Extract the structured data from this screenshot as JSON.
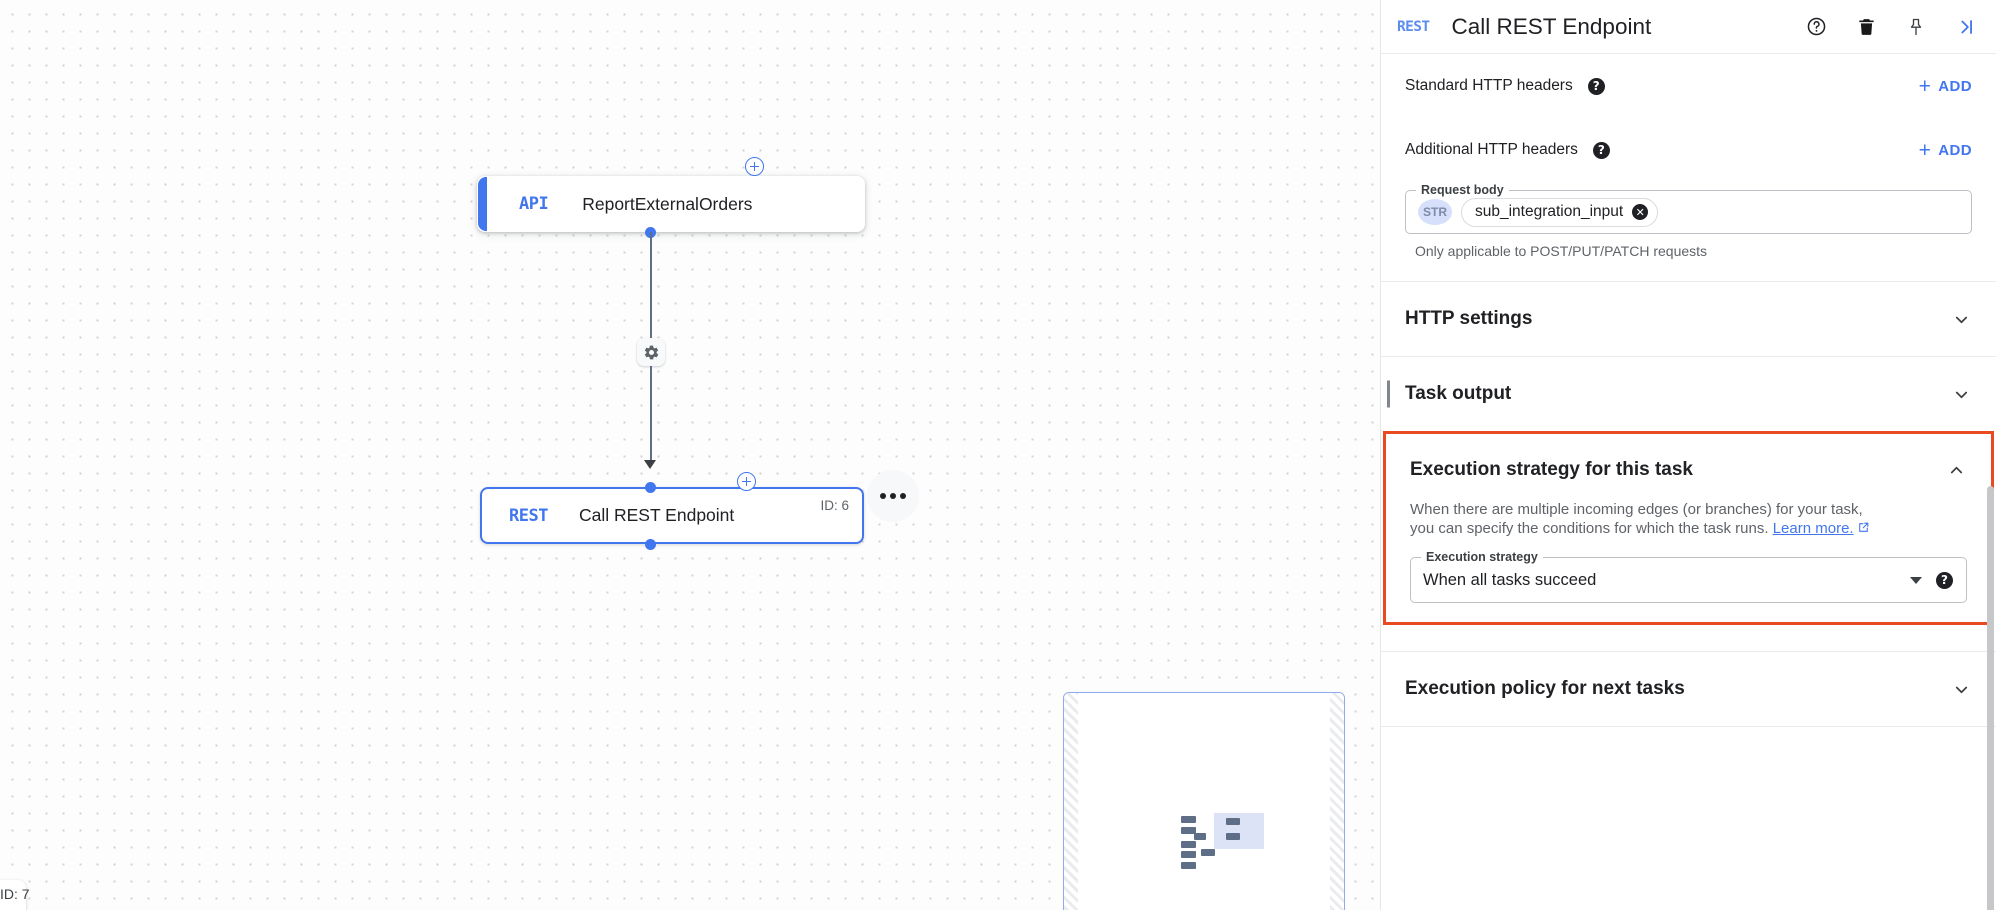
{
  "canvas": {
    "nodes": [
      {
        "type_badge": "API",
        "label": "ReportExternalOrders",
        "id_label": ""
      },
      {
        "type_badge": "REST",
        "label": "Call REST Endpoint",
        "id_label": "ID: 6"
      }
    ],
    "corner_id_label": "ID: 7",
    "icons": {
      "edge_settings": "gear-icon",
      "node_menu": "more-options-icon",
      "add_node": "plus-circle-icon"
    }
  },
  "panel": {
    "header": {
      "type_tag": "REST",
      "title": "Call REST Endpoint",
      "icons": [
        {
          "name": "help-circle-icon",
          "tooltip": "Help"
        },
        {
          "name": "delete-trash-icon",
          "tooltip": "Delete"
        },
        {
          "name": "pin-icon",
          "tooltip": "Pin"
        },
        {
          "name": "collapse-panel-icon",
          "tooltip": "Collapse"
        }
      ]
    },
    "standard_headers": {
      "label": "Standard HTTP headers",
      "help": "help-icon",
      "add_label": "ADD"
    },
    "additional_headers": {
      "label": "Additional HTTP headers",
      "help": "help-icon",
      "add_label": "ADD"
    },
    "request_body": {
      "legend": "Request body",
      "type_chip": "STR",
      "token_value": "sub_integration_input",
      "clear_icon": "clear-x-icon",
      "hint": "Only applicable to POST/PUT/PATCH requests"
    },
    "sections": [
      {
        "title": "HTTP settings",
        "state": "collapsed",
        "chevron": "chevron-down-icon"
      },
      {
        "title": "Task output",
        "state": "collapsed",
        "chevron": "chevron-down-icon"
      },
      {
        "title": "Execution policy for next tasks",
        "state": "collapsed",
        "chevron": "chevron-down-icon"
      }
    ],
    "execution_strategy": {
      "title": "Execution strategy for this task",
      "state": "expanded",
      "chevron": "chevron-up-icon",
      "description_line1": "When there are multiple incoming edges (or branches) for your task,",
      "description_line2": "you can specify the conditions for which the task runs.",
      "link_text": "Learn more.",
      "link_icon": "open-in-new-icon",
      "select_legend": "Execution strategy",
      "select_value": "When all tasks succeed",
      "select_caret": "caret-down-icon",
      "help": "help-icon",
      "highlight_color": "#ea4a22"
    }
  },
  "colors": {
    "accent_blue": "#4276ee",
    "text_primary": "#202124",
    "text_secondary": "#5f6368",
    "highlight_orange": "#ea4a22",
    "chip_blue": "#d7e0fb"
  }
}
